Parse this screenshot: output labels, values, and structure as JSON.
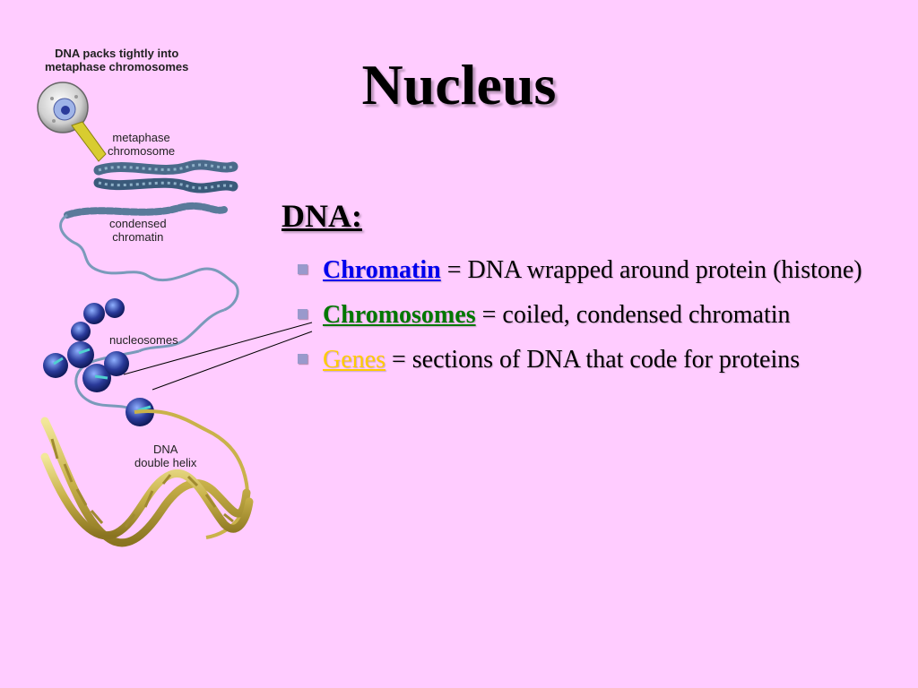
{
  "slide": {
    "title": "Nucleus",
    "heading": "DNA:"
  },
  "diagram": {
    "labels": {
      "packs": [
        "DNA packs tightly into",
        "metaphase chromosomes"
      ],
      "metaphase": [
        "metaphase",
        "chromosome"
      ],
      "condensed": [
        "condensed",
        "chromatin"
      ],
      "nucleosomes": "nucleosomes",
      "helix": [
        "DNA",
        "double helix"
      ]
    }
  },
  "bullets": [
    {
      "term": "Chromatin",
      "color": "#0000ee",
      "definition": " = DNA wrapped around protein (histone)"
    },
    {
      "term": "Chromosomes",
      "color": "#007700",
      "definition": " = coiled, condensed chromatin"
    },
    {
      "term": "Genes",
      "color": "#ffcc00",
      "definition": " = sections of DNA that code for proteins"
    }
  ]
}
